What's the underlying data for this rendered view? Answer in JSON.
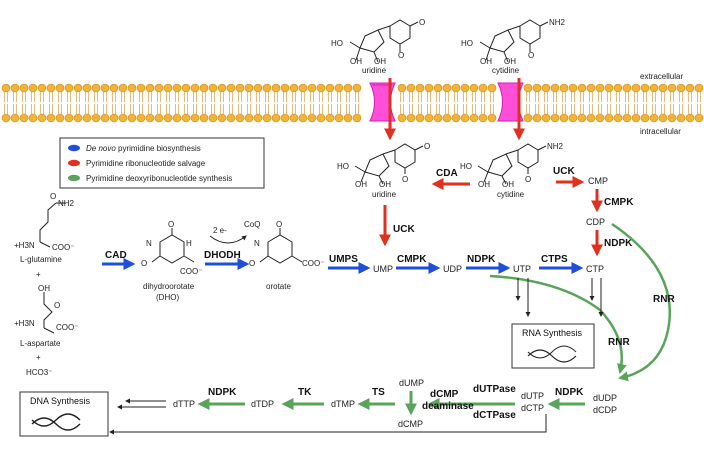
{
  "colors": {
    "de_novo": "#1f4fd8",
    "salvage": "#e0311f",
    "deoxy": "#5aa35a",
    "membrane_head": "#f2b33a",
    "transporter": "#ff4fd8",
    "bond": "#222222"
  },
  "membrane": {
    "extracellular_label": "extracellular",
    "intracellular_label": "intracellular"
  },
  "legend": {
    "items": [
      {
        "label": "De novo pyrimidine biosynthesis",
        "color_key": "de_novo"
      },
      {
        "label": "Pyrimidine ribonucleotide salvage",
        "color_key": "salvage"
      },
      {
        "label": "Pyrimidine deoxyribonucleotide synthesis",
        "color_key": "deoxy"
      }
    ]
  },
  "molecules": {
    "uridine_out": "uridine",
    "cytidine_out": "cytidine",
    "uridine_in": "uridine",
    "cytidine_in": "cytidine",
    "glutamine": "L-glutamine",
    "aspartate": "L-aspartate",
    "bicarbonate": "HCO3⁻",
    "dho": "dihydroorotate",
    "dho_abbr": "(DHO)",
    "orotate": "orotate",
    "plus": "+",
    "nh2": "NH2",
    "oh": "OH",
    "ho": "HO",
    "o": "O",
    "n": "N",
    "h": "H",
    "nh3": "+H3N",
    "coo": "COO⁻",
    "coq": "CoQ",
    "two_e": "2 e-"
  },
  "metabolites": {
    "cmp": "CMP",
    "cdp": "CDP",
    "ump": "UMP",
    "udp": "UDP",
    "utp": "UTP",
    "ctp": "CTP",
    "dudp": "dUDP",
    "dcdp": "dCDP",
    "dutp": "dUTP",
    "dctp": "dCTP",
    "dump": "dUMP",
    "dcmp": "dCMP",
    "dtmp": "dTMP",
    "dtdp": "dTDP",
    "dttp": "dTTP"
  },
  "enzymes": {
    "cad": "CAD",
    "dhodh": "DHODH",
    "umps": "UMPS",
    "cmpk1": "CMPK",
    "ndpk1": "NDPK",
    "ctps": "CTPS",
    "uck1": "UCK",
    "uck2": "UCK",
    "cda": "CDA",
    "cmpk2": "CMPK",
    "ndpk2": "NDPK",
    "rnr1": "RNR",
    "rnr2": "RNR",
    "ndpk3": "NDPK",
    "dutpase": "dUTPase",
    "dctpase": "dCTPase",
    "dcmp_deaminase1": "dCMP",
    "dcmp_deaminase2": "deaminase",
    "ts": "TS",
    "tk": "TK",
    "ndpk4": "NDPK"
  },
  "boxes": {
    "rna": "RNA Synthesis",
    "dna": "DNA Synthesis"
  }
}
